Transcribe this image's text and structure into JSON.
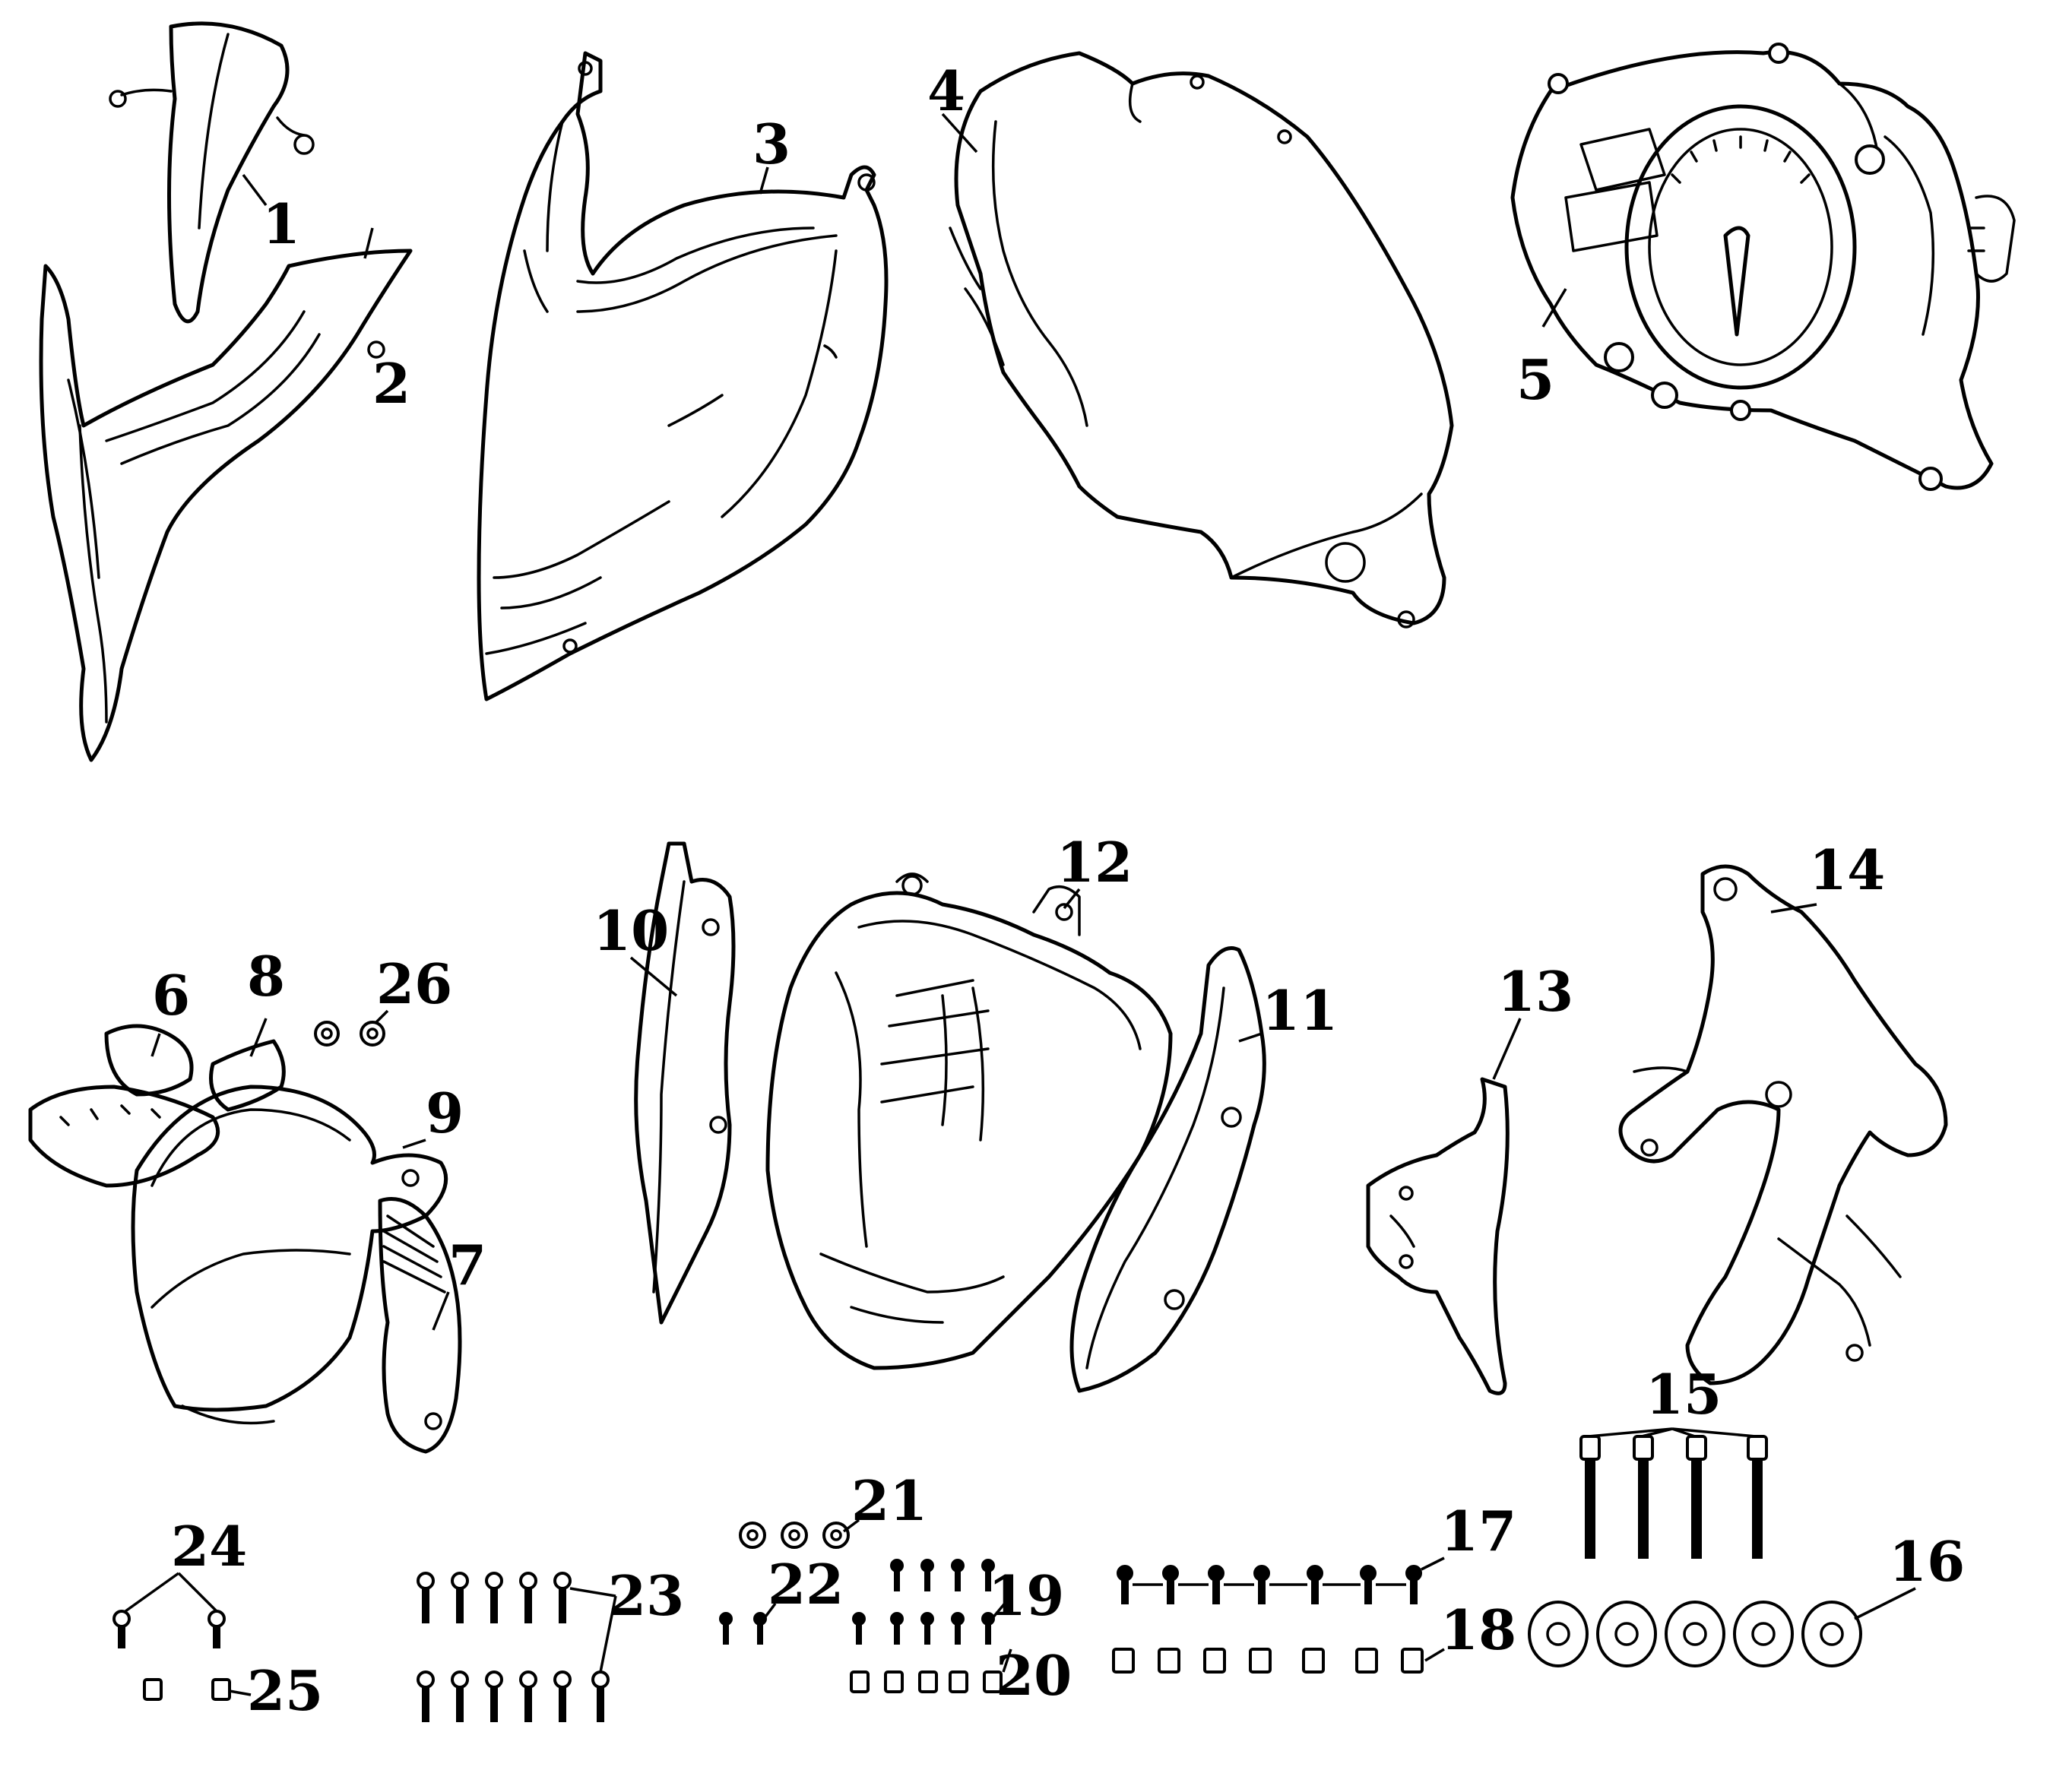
{
  "labels": [
    "1",
    "2",
    "3",
    "4",
    "5",
    "6",
    "7",
    "8",
    "9",
    "10",
    "11",
    "12",
    "13",
    "14",
    "15",
    "16",
    "17",
    "18",
    "19",
    "20",
    "21",
    "22",
    "23",
    "24",
    "25",
    "26"
  ],
  "icons": {
    "part_1": "upper-cowl-panel",
    "part_2": "side-fairing-panel",
    "part_3": "headlight-cowl",
    "part_4": "meter-cover",
    "part_5": "instrument-cluster",
    "part_7": "turn-signal",
    "part_9": "mirror-bracket",
    "part_10": "inner-panel-left",
    "part_11": "inner-panel-right",
    "part_12": "headlight-assembly",
    "part_13": "cover-plate",
    "part_14": "headlight-bracket",
    "part_15": "bolt",
    "part_16": "grommet",
    "part_17": "screw",
    "part_18": "clip-nut",
    "part_21": "nut",
    "part_23": "tapping-screw"
  }
}
